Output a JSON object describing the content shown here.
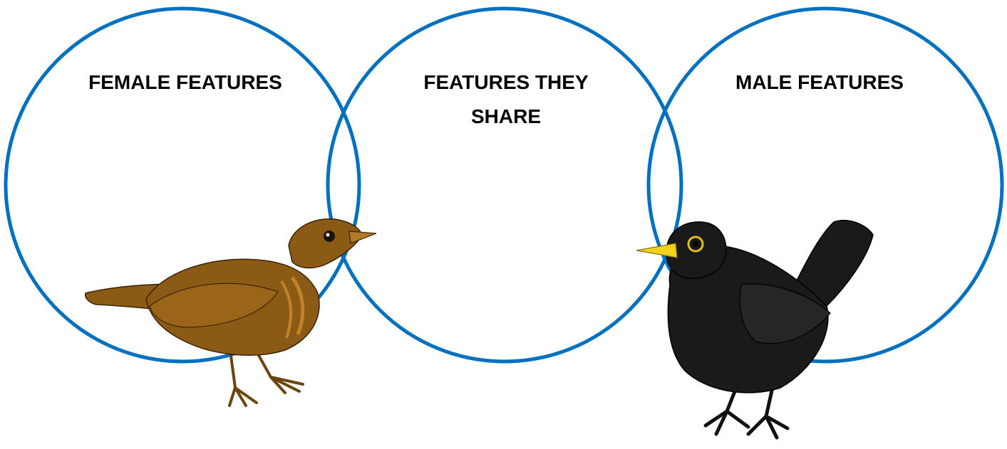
{
  "diagram": {
    "type": "venn",
    "circles": [
      {
        "id": "female",
        "label": "FEMALE FEATURES"
      },
      {
        "id": "shared",
        "label": "FEATURES THEY SHARE"
      },
      {
        "id": "male",
        "label": "MALE FEATURES"
      }
    ]
  },
  "colors": {
    "circle_stroke": "#0070C0",
    "female_bird_body": "#8B5A14",
    "female_bird_highlight": "#B8791F",
    "male_bird_body": "#1A1A1A",
    "male_bird_beak": "#F2D21B",
    "background": "#FFFFFF"
  },
  "illustrations": [
    {
      "name": "female-blackbird-illustration",
      "description_icon": "bird-icon"
    },
    {
      "name": "male-blackbird-illustration",
      "description_icon": "bird-icon"
    }
  ]
}
